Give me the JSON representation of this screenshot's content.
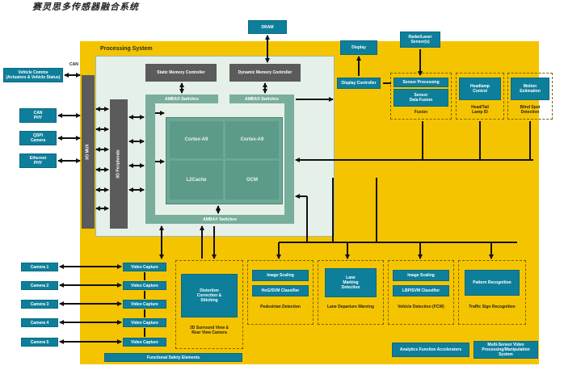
{
  "title": "赛灵思多传感器融合系统",
  "processing_system": "Processing System",
  "io_mux": "I/O MUX",
  "io_peripherals": "I/O Peripherals",
  "can_label": "CAN",
  "left_blocks": {
    "vehicle_comms": "Vehicle Comms\n(Actuators & Vehicle Status)",
    "can_phy": "CAN\nPHY",
    "qspi_camera": "QSPI\nCamera",
    "ethernet_phy": "Ethernet\nPHY"
  },
  "memory": {
    "static": "Static Memory Controller",
    "dynamic": "Dynamic Memory Controller",
    "dram": "DRAM"
  },
  "amba": {
    "left": "AMBA® Switches",
    "right": "AMBA® Switches",
    "bottom": "AMBA® Switches"
  },
  "cores": {
    "a9_left": "Cortex-A9",
    "a9_right": "Cortex-A9",
    "l2cache": "L2Cache",
    "ocm": "OCM"
  },
  "display": {
    "display": "Display",
    "controller": "Display Controller"
  },
  "radar": "Radar/Laser\nSensor(s)",
  "fusion": {
    "processing": "Sensor Processing",
    "data_fusion": "Sensor\nData Fusion",
    "caption": "Fusion"
  },
  "headlamp": {
    "control": "Headlamp\nControl",
    "caption": "Head/Tail\nLamp ID"
  },
  "motion": {
    "estimation": "Motion\nEstimation",
    "caption": "Blind Spot\nDetection"
  },
  "cameras": [
    "Camera 1",
    "Camera 2",
    "Camera 3",
    "Camera 4",
    "Camera 5"
  ],
  "video_capture": [
    "Video Capture",
    "Video Capture",
    "Video Capture",
    "Video Capture",
    "Video Capture"
  ],
  "distortion": {
    "block": "Distortion\nCorrection &\nStitching",
    "caption": "3D Surround View &\nRear View Camera"
  },
  "pedestrian": {
    "scaling": "Image Scaling",
    "classifier": "HoG/SVM Classifier",
    "caption": "Pedestrian Detection"
  },
  "lane": {
    "block": "Lane\nMarking\nDetection",
    "caption": "Lane Departure Warning"
  },
  "vehicle": {
    "scaling": "Image Scaling",
    "classifier": "LBP/SVM Classifier",
    "caption": "Vehicle Detection (FCW)"
  },
  "traffic": {
    "block": "Pattern Recognition",
    "caption": "Traffic Sign Recognition"
  },
  "bottom": {
    "safety": "Functional Safety Elements",
    "analytics": "Analytics Function Accelerators",
    "multisensor": "Multi-Sensor Video\nProcessing/Manipulation System"
  },
  "colors": {
    "gold": "#f5c400",
    "teal": "#0e7f9b",
    "ps_bg": "#e5f0e8",
    "grey": "#5b5b5b",
    "green": "#79ad9c"
  }
}
